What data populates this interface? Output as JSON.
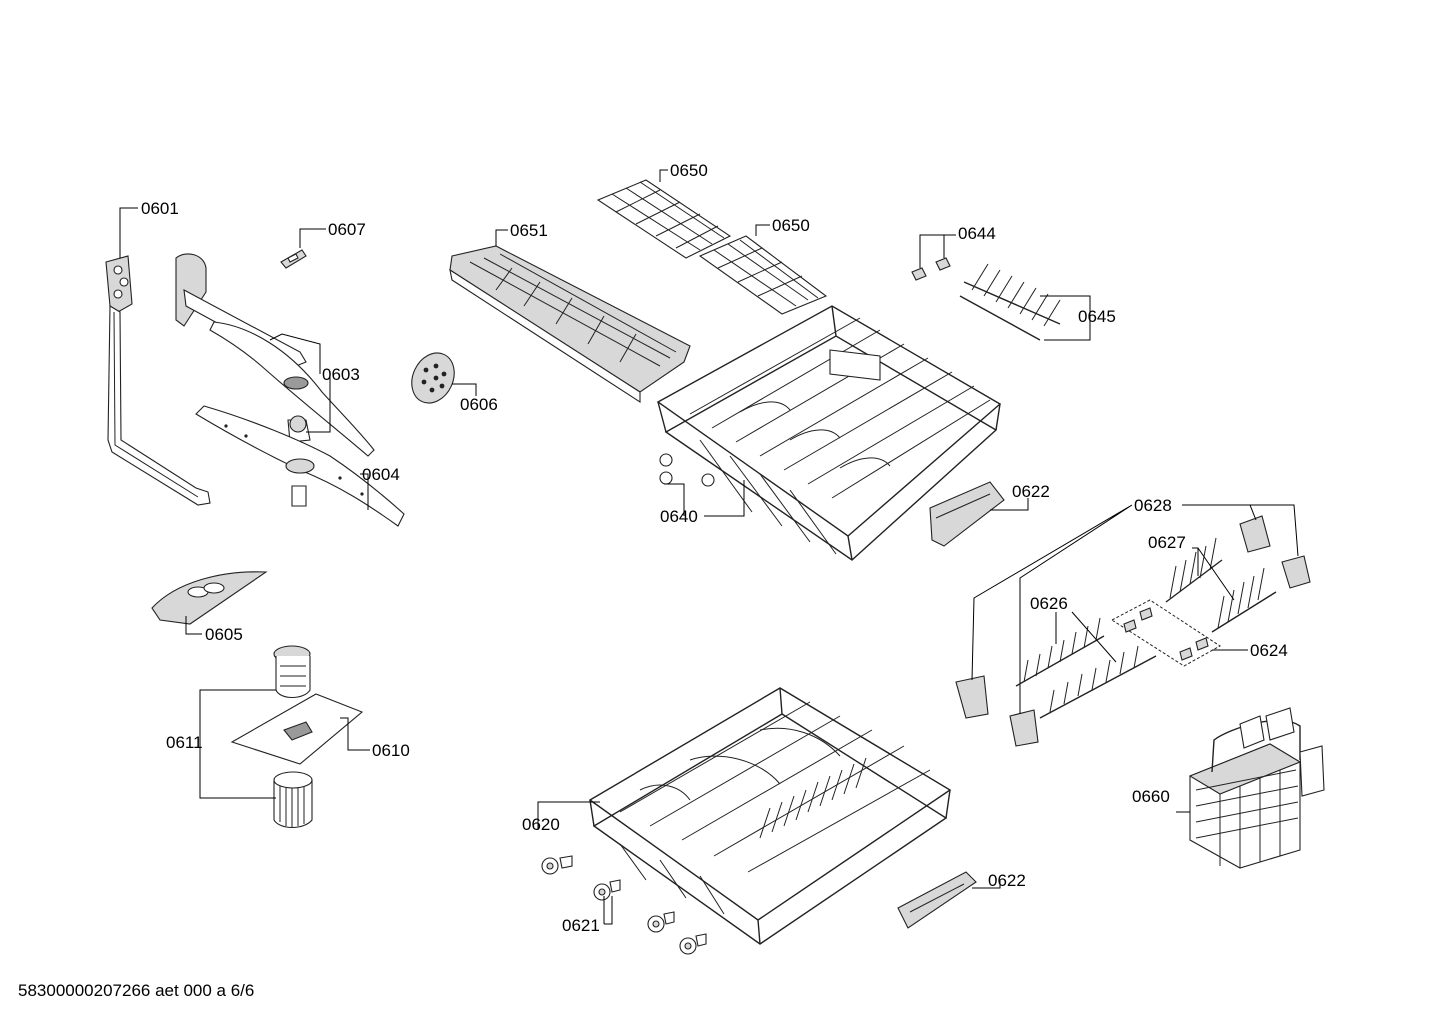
{
  "footer": "58300000207266 aet 000 a 6/6",
  "callouts": {
    "c0601": "0601",
    "c0607": "0607",
    "c0603": "0603",
    "c0606": "0606",
    "c0604": "0604",
    "c0605": "0605",
    "c0611": "0611",
    "c0610": "0610",
    "c0650a": "0650",
    "c0650b": "0650",
    "c0651": "0651",
    "c0644": "0644",
    "c0645": "0645",
    "c0622a": "0622",
    "c0640": "0640",
    "c0628": "0628",
    "c0627": "0627",
    "c0626": "0626",
    "c0624": "0624",
    "c0660": "0660",
    "c0620": "0620",
    "c0621": "0621",
    "c0622b": "0622"
  }
}
